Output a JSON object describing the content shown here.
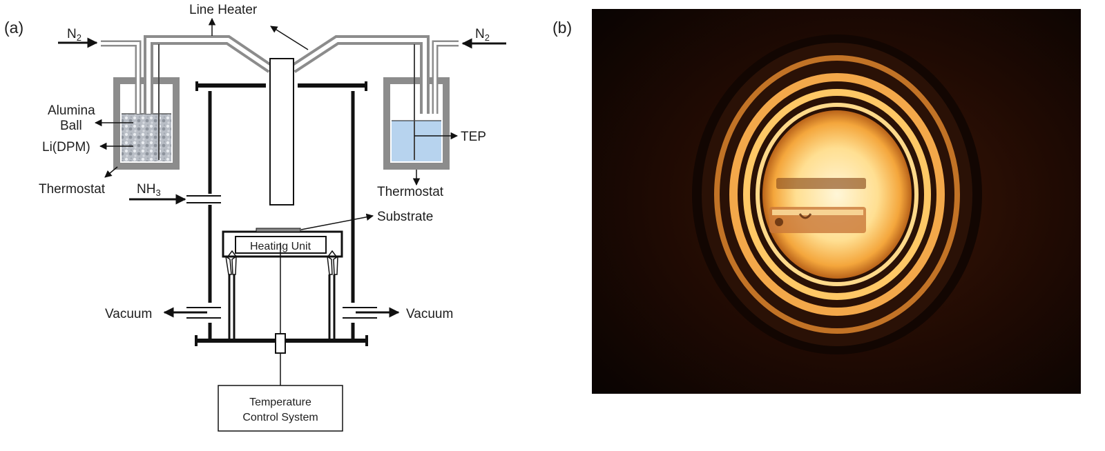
{
  "panels": {
    "a": "(a)",
    "b": "(b)"
  },
  "labels": {
    "n2_left": "N",
    "n2_left_sub": "2",
    "n2_right": "N",
    "n2_right_sub": "2",
    "line_heater": "Line Heater",
    "alumina_ball_1": "Alumina",
    "alumina_ball_2": "Ball",
    "li_dpm": "Li(DPM)",
    "thermostat_left": "Thermostat",
    "thermostat_right": "Thermostat",
    "tep": "TEP",
    "nh3": "NH",
    "nh3_sub": "3",
    "substrate": "Substrate",
    "heating_unit": "Heating Unit",
    "vacuum_left": "Vacuum",
    "vacuum_right": "Vacuum",
    "temp_control_1": "Temperature",
    "temp_control_2": "Control System"
  },
  "colors": {
    "line": "#111111",
    "housing": "#8c8c8c",
    "liquid": "#b7d3ee",
    "photo_bg": "#140804",
    "glow": "#ffcf6a"
  }
}
